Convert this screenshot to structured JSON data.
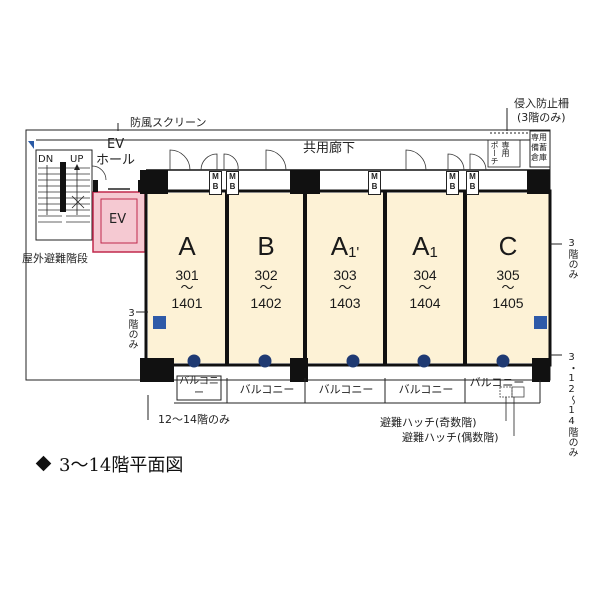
{
  "labels": {
    "windscreen": "防風スクリーン",
    "intrusion_fence": "侵入防止柵",
    "intrusion_fence_note": "(3階のみ)",
    "corridor": "共用廊下",
    "ev_hall_1": "EV",
    "ev_hall_2": "ホール",
    "ev": "EV",
    "stair_dn": "DN",
    "stair_up": "UP",
    "outdoor_stair": "屋外避難階段",
    "porch": "ポーチ",
    "porch_private": "専用",
    "storage_1": "専用",
    "storage_2": "備蓄",
    "storage_3": "倉庫",
    "floor3_only_left": "3階のみ",
    "floor3_only_right": "3階のみ",
    "floor3_12_14_right": "3・12〜14階のみ",
    "floor12_14_only": "12〜14階のみ",
    "hatch_odd": "避難ハッチ(奇数階)",
    "hatch_even": "避難ハッチ(偶数階)",
    "mb": "M B"
  },
  "units": [
    {
      "letter": "A",
      "sub": "",
      "from": "301",
      "to": "1401",
      "balcony": "バルコニー"
    },
    {
      "letter": "B",
      "sub": "",
      "from": "302",
      "to": "1402",
      "balcony": "バルコニー"
    },
    {
      "letter": "A",
      "sub": "1'",
      "from": "303",
      "to": "1403",
      "balcony": "バルコニー"
    },
    {
      "letter": "A",
      "sub": "1",
      "from": "304",
      "to": "1404",
      "balcony": "バルコニー"
    },
    {
      "letter": "C",
      "sub": "",
      "from": "305",
      "to": "1405",
      "balcony": "バルコニー"
    }
  ],
  "tilde": "〜",
  "caption": "3〜14階平面図",
  "colors": {
    "unit_fill": "#fdf2d6",
    "ev_fill": "#f5c9d2",
    "ev_border": "#c0294c",
    "wall": "#111111",
    "marker_navy": "#1f3a73",
    "marker_blue": "#2e5aa8",
    "stair_blue": "#2a5aa6"
  }
}
